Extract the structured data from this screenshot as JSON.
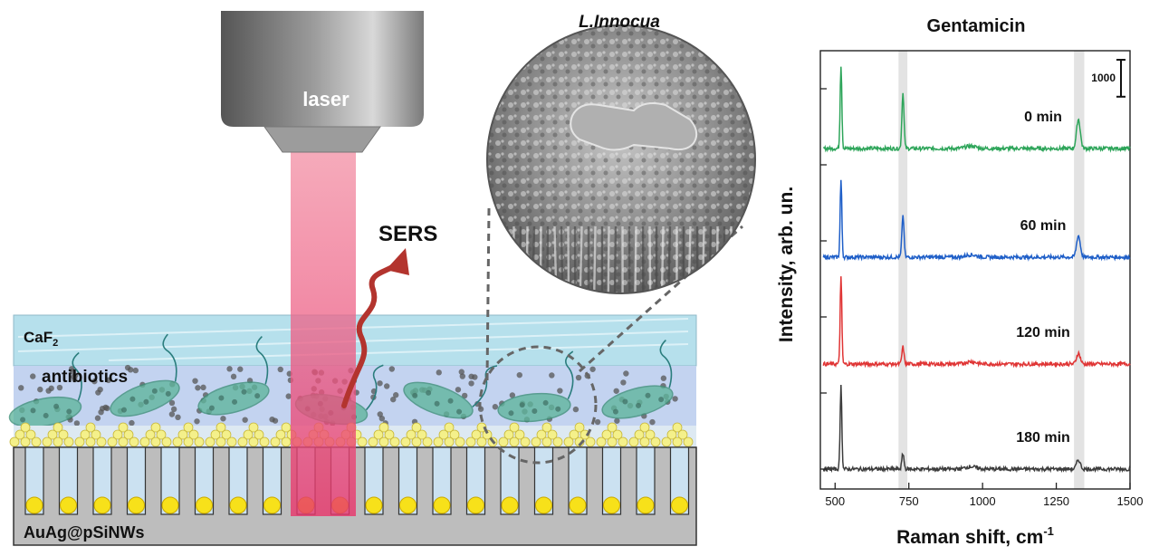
{
  "schematic": {
    "laser_label": "laser",
    "sers_label": "SERS",
    "caf2_label": "CaF",
    "caf2_subscript": "2",
    "antibiotics_label": "antibiotics",
    "substrate_label": "AuAg@pSiNWs",
    "sem_title": "L.Innocua",
    "colors": {
      "laser_beam": "#f0506a",
      "arrow": "#b3342e",
      "bacteria": "#5fb59c",
      "nanoparticle": "#f7e11a",
      "substrate": "#bdbdbd",
      "caf2_layer": "#b6e0ec"
    }
  },
  "chart_data": {
    "type": "line",
    "title": "Gentamicin",
    "xlabel": "Raman shift, cm",
    "xlabel_superscript": "-1",
    "ylabel": "Intensity, arb. un.",
    "xlim": [
      450,
      1500
    ],
    "xticks": [
      "500",
      "750",
      "1000",
      "1250",
      "1500"
    ],
    "scale_bar_label": "1000",
    "scale_bar_value": 1000,
    "highlight_bands": [
      [
        715,
        745
      ],
      [
        1310,
        1345
      ]
    ],
    "peak_positions": [
      520,
      730,
      1325
    ],
    "series": [
      {
        "name": "0 min",
        "color": "#2ea55a",
        "peaks": [
          2700,
          1800,
          950
        ]
      },
      {
        "name": "60 min",
        "color": "#1f5fc8",
        "peaks": [
          2500,
          1350,
          700
        ]
      },
      {
        "name": "120 min",
        "color": "#e03535",
        "peaks": [
          2800,
          550,
          350
        ]
      },
      {
        "name": "180 min",
        "color": "#3c3c3c",
        "peaks": [
          2700,
          500,
          300
        ]
      }
    ]
  }
}
